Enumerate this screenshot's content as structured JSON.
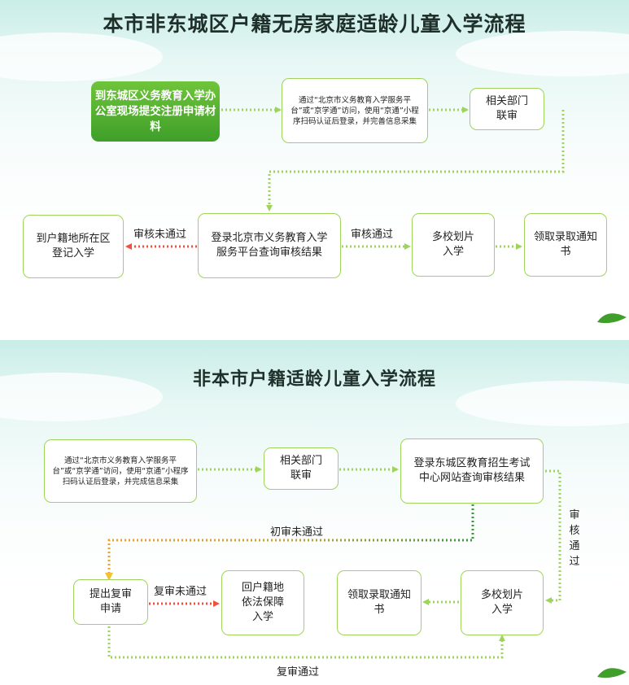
{
  "panel1": {
    "title": "本市非东城区户籍无房家庭适龄儿童入学流程",
    "box_register_onsite": "到东城区义务教育入学办公室现场提交注册申请材料",
    "box_app_access": "通过“北京市义务教育入学服务平台”或“京学通”访问，使用“京通”小程序扫码认证后登录，并完善信息采集",
    "box_joint_review": "相关部门联审",
    "box_login_platform": "登录北京市义务教育入学服务平台查询审核结果",
    "box_hukou_district": "到户籍地所在区登记入学",
    "box_multi_school": "多校划片入学",
    "box_notice": "领取录取通知书",
    "label_fail": "审核未通过",
    "label_pass": "审核通过"
  },
  "panel2": {
    "title": "非本市户籍适龄儿童入学流程",
    "box_app_access": "通过“北京市义务教育入学服务平台”或“京学通”访问，使用“京通”小程序扫码认证后登录，并完成信息采集",
    "box_joint_review": "相关部门联审",
    "box_login_site": "登录东城区教育招生考试中心网站查询审核结果",
    "box_appeal": "提出复审申请",
    "box_return_hukou": "回户籍地依法保障入学",
    "box_notice": "领取录取通知书",
    "box_multi_school": "多校划片入学",
    "label_first_fail": "初审未通过",
    "label_review_fail": "复审未通过",
    "label_pass_vertical": "审核通过",
    "label_review_pass": "复审通过"
  },
  "colors": {
    "connector_green": "#9fd45c",
    "connector_red": "#f0503c",
    "connector_dark_green": "#3a9a3a",
    "connector_yellow": "#f2c230",
    "box_border": "#9fd45c",
    "title_text": "#1f2f2a"
  }
}
